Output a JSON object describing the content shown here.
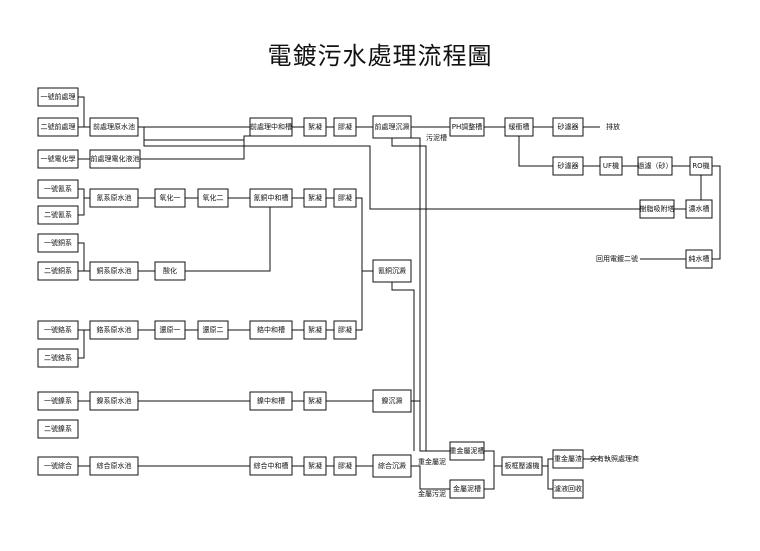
{
  "title": "電鍍污水處理流程圖",
  "nodes": [
    {
      "id": "a1",
      "label": "一號前處理"
    },
    {
      "id": "a2",
      "label": "二號前處理"
    },
    {
      "id": "a3",
      "label": "一號電化學"
    },
    {
      "id": "a4",
      "label": "一號氰系"
    },
    {
      "id": "a5",
      "label": "二號氰系"
    },
    {
      "id": "a6",
      "label": "一號銅系"
    },
    {
      "id": "a7",
      "label": "二號銅系"
    },
    {
      "id": "a8",
      "label": "一號鉻系"
    },
    {
      "id": "a9",
      "label": "二號鉻系"
    },
    {
      "id": "a10",
      "label": "一號鎳系"
    },
    {
      "id": "a11",
      "label": "二號鎳系"
    },
    {
      "id": "a12",
      "label": "一號綜合"
    },
    {
      "id": "b1",
      "label": "前處理原水池"
    },
    {
      "id": "b2",
      "label": "前處理電化液池"
    },
    {
      "id": "b3",
      "label": "氰系原水池"
    },
    {
      "id": "b4",
      "label": "銅系原水池"
    },
    {
      "id": "b5",
      "label": "鉻系原水池"
    },
    {
      "id": "b6",
      "label": "鎳系原水池"
    },
    {
      "id": "b7",
      "label": "綜合原水池"
    },
    {
      "id": "c1",
      "label": "氧化一"
    },
    {
      "id": "c2",
      "label": "氧化二"
    },
    {
      "id": "c3",
      "label": "酸化"
    },
    {
      "id": "c4",
      "label": "還原一"
    },
    {
      "id": "c5",
      "label": "還原二"
    },
    {
      "id": "d1",
      "label": "前處理中和槽"
    },
    {
      "id": "d2",
      "label": "氰銅中和槽"
    },
    {
      "id": "d3",
      "label": "鉻中和槽"
    },
    {
      "id": "d4",
      "label": "鎳中和槽"
    },
    {
      "id": "d5",
      "label": "綜合中和槽"
    },
    {
      "id": "e1",
      "label": "絮凝"
    },
    {
      "id": "e2",
      "label": "絮凝"
    },
    {
      "id": "e3",
      "label": "絮凝"
    },
    {
      "id": "e4",
      "label": "絮凝"
    },
    {
      "id": "e5",
      "label": "絮凝"
    },
    {
      "id": "f1",
      "label": "膠凝"
    },
    {
      "id": "f2",
      "label": "膠凝"
    },
    {
      "id": "f3",
      "label": "膠凝"
    },
    {
      "id": "f4",
      "label": "膠凝"
    },
    {
      "id": "g1",
      "label": "前處理沉澱"
    },
    {
      "id": "g2",
      "label": "氰銅沉澱"
    },
    {
      "id": "g3",
      "label": "鎳沉澱"
    },
    {
      "id": "g4",
      "label": "綜合沉澱"
    },
    {
      "id": "h1",
      "label": "PH調整槽"
    },
    {
      "id": "h2",
      "label": "緩衝槽"
    },
    {
      "id": "h3",
      "label": "砂濾器"
    },
    {
      "id": "h4",
      "label": "砂濾器"
    },
    {
      "id": "h5",
      "label": "UF機"
    },
    {
      "id": "h6",
      "label": "過濾（砂）"
    },
    {
      "id": "h7",
      "label": "RO機"
    },
    {
      "id": "h8",
      "label": "樹脂吸附塔"
    },
    {
      "id": "h9",
      "label": "濃水槽"
    },
    {
      "id": "h10",
      "label": "純水槽"
    },
    {
      "id": "i1",
      "label": "重金屬泥槽"
    },
    {
      "id": "i2",
      "label": "金屬泥槽"
    },
    {
      "id": "i3",
      "label": "板框壓濾機"
    },
    {
      "id": "i4",
      "label": "重金屬渣"
    },
    {
      "id": "i5",
      "label": "濾液回收"
    }
  ],
  "free_labels": {
    "discharge": "排放",
    "reuse": "回用電鍍二號",
    "overflow": "污泥槽",
    "heavy_metal_mud": "重金屬泥",
    "metal_mud": "金屬污泥",
    "hazard_waste": "交有執照處理商"
  }
}
